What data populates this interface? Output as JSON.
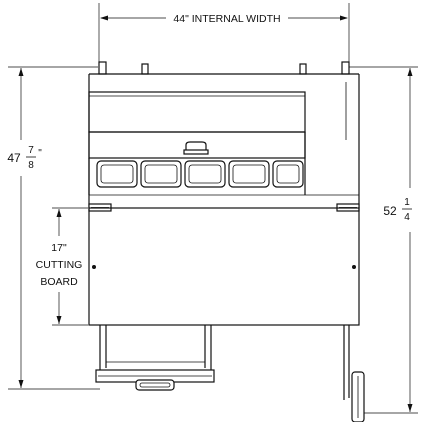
{
  "dimensions": {
    "internal_width": "44\" INTERNAL WIDTH",
    "overall_height_whole": "47",
    "overall_height_num": "7",
    "overall_height_den": "8",
    "overall_height_suffix": "\"",
    "total_height_whole": "52",
    "total_height_num": "1",
    "total_height_den": "4",
    "cutting_board_value": "17\"",
    "cutting_board_line1": "CUTTING",
    "cutting_board_line2": "BOARD"
  },
  "colors": {
    "line": "#111111",
    "background": "#ffffff"
  }
}
